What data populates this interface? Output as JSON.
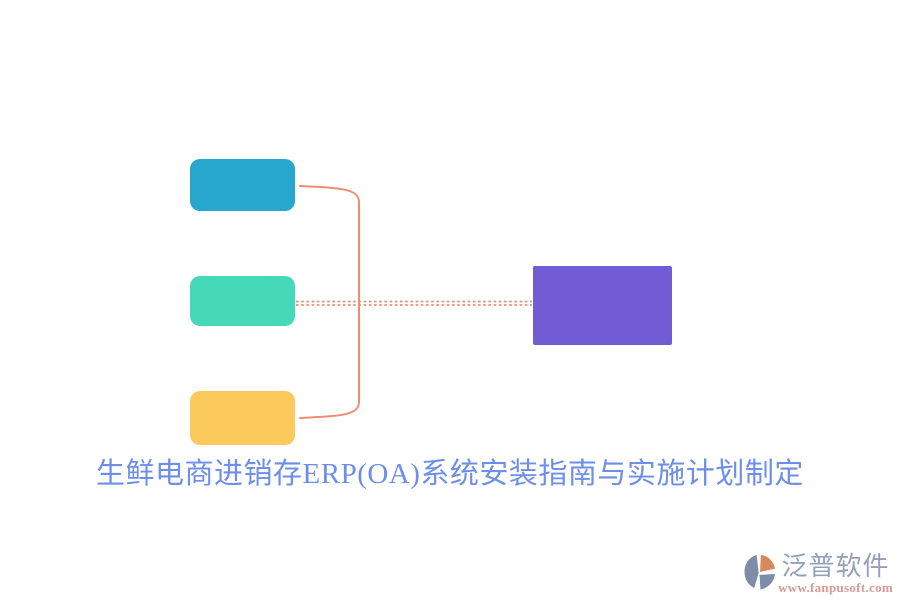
{
  "title": {
    "text": "生鲜电商进销存ERP(OA)系统安装指南与实施计划制定",
    "color": "#6d8ee9"
  },
  "diagram": {
    "connector_color": "#ee8d74",
    "nodes": [
      {
        "id": "branch-top",
        "color": "#27a7cd"
      },
      {
        "id": "branch-middle",
        "color": "#45d9b8"
      },
      {
        "id": "branch-bottom",
        "color": "#fbc95c"
      },
      {
        "id": "root",
        "color": "#725cd6"
      }
    ],
    "connections": [
      {
        "from": "branch-top",
        "to": "root",
        "style": "solid"
      },
      {
        "from": "branch-middle",
        "to": "root",
        "style": "dotted"
      },
      {
        "from": "branch-bottom",
        "to": "root",
        "style": "solid"
      }
    ]
  },
  "watermark": {
    "brand": "泛普软件",
    "url": "www.fanpusoft.com",
    "brand_color": "#94a1bb",
    "url_color": "#d89a94",
    "icon": {
      "name": "fanpu-pinwheel-icon",
      "gray": "#7e8ca8",
      "orange": "#d6895b"
    }
  }
}
